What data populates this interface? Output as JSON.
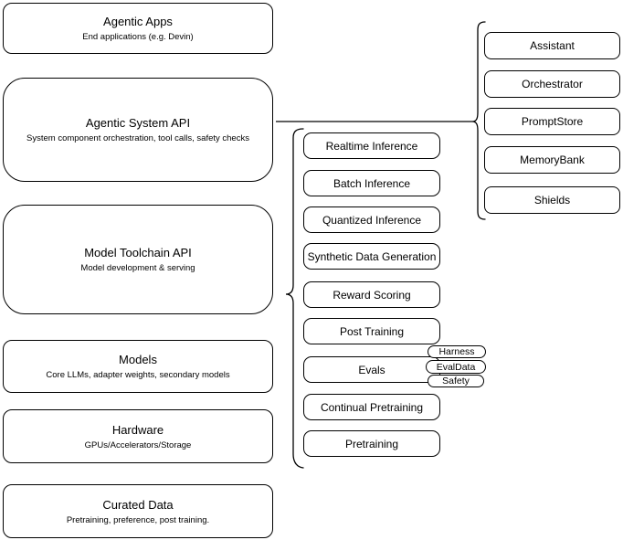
{
  "colors": {
    "background": "#ffffff",
    "border": "#000000",
    "text": "#000000"
  },
  "stack": [
    {
      "title": "Agentic Apps",
      "subtitle": "End applications (e.g. Devin)"
    },
    {
      "title": "Agentic System API",
      "subtitle": "System component orchestration, tool calls, safety checks"
    },
    {
      "title": "Model Toolchain API",
      "subtitle": "Model development & serving"
    },
    {
      "title": "Models",
      "subtitle": "Core LLMs, adapter weights, secondary models"
    },
    {
      "title": "Hardware",
      "subtitle": "GPUs/Accelerators/Storage"
    },
    {
      "title": "Curated Data",
      "subtitle": "Pretraining, preference, post training."
    }
  ],
  "toolchain": {
    "items": [
      "Realtime Inference",
      "Batch Inference",
      "Quantized Inference",
      "Synthetic Data Generation",
      "Reward Scoring",
      "Post Training",
      "Evals",
      "Continual Pretraining",
      "Pretraining"
    ]
  },
  "eval_tags": [
    "Harness",
    "EvalData",
    "Safety"
  ],
  "system_components": [
    "Assistant",
    "Orchestrator",
    "PromptStore",
    "MemoryBank",
    "Shields"
  ]
}
